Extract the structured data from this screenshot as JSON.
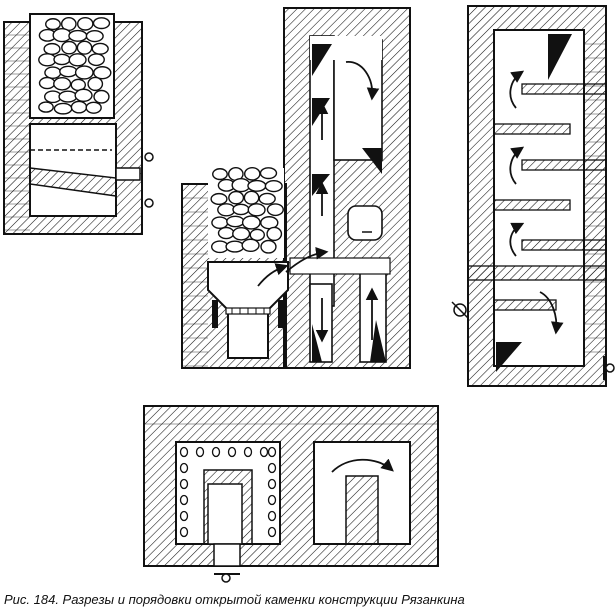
{
  "figure": {
    "caption": "Рис. 184. Разрезы и порядовки открытой каменки конструкции Рязанкина",
    "colors": {
      "ink": "#111111",
      "paper": "#ffffff"
    },
    "panels": [
      {
        "id": "section-left",
        "content": "narrow section with stone fill, cleaning door and valves"
      },
      {
        "id": "section-center",
        "content": "section with open stone heater, firebox, grate and flue channels with arrows"
      },
      {
        "id": "section-right",
        "content": "section through smoke circulation channels with arrows"
      },
      {
        "id": "plan-bottom",
        "content": "plan with firebox surrounded by air openings and a flue passage"
      }
    ]
  }
}
